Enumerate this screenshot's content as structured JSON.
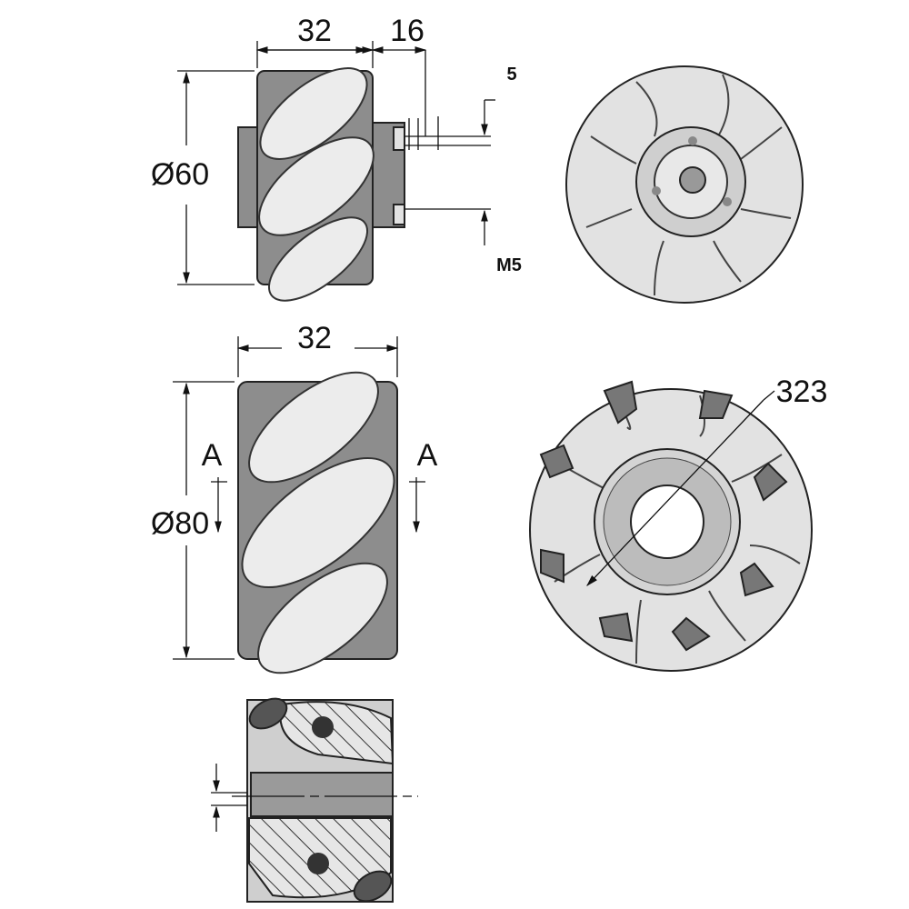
{
  "top_side_view": {
    "width_dim": "32",
    "hub_dim": "16",
    "diameter": "Ø60",
    "hole_dim": "5",
    "thread": "M5"
  },
  "middle_side_view": {
    "width_dim": "32",
    "diameter": "Ø80",
    "section_left": "A",
    "section_right": "A"
  },
  "middle_front_view": {
    "dim": "323"
  },
  "colors": {
    "body": "#8d8d8d",
    "roller": "#ececec",
    "line": "#111111"
  }
}
